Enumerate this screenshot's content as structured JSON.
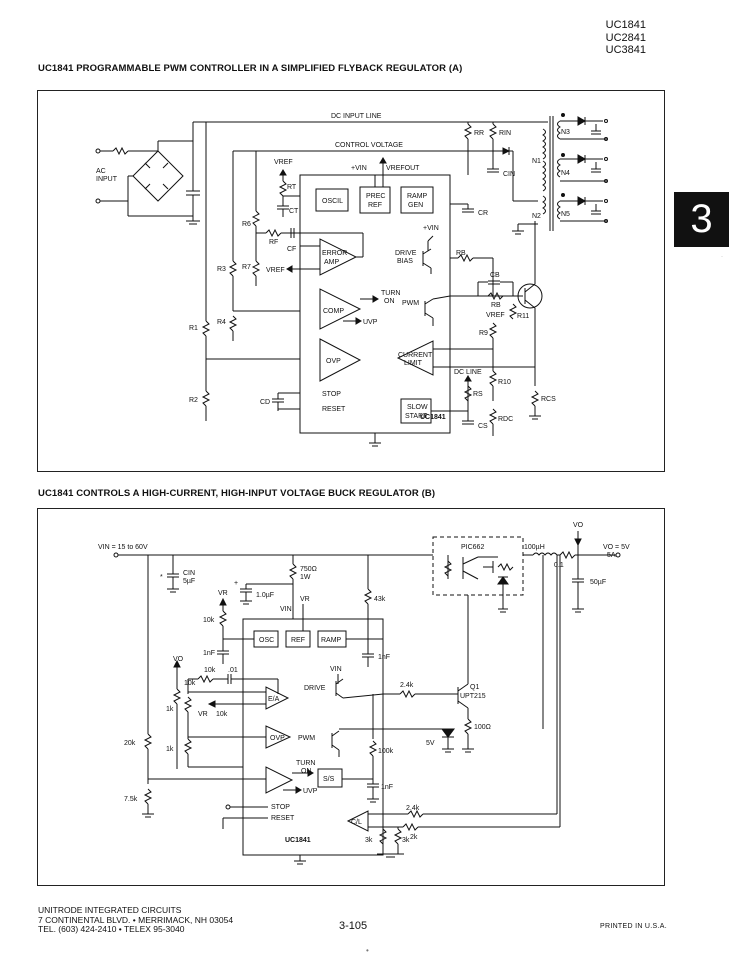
{
  "header": {
    "part_numbers": [
      "UC1841",
      "UC2841",
      "UC3841"
    ]
  },
  "figure_a": {
    "caption": "UC1841 PROGRAMMABLE PWM CONTROLLER IN A SIMPLIFIED FLYBACK REGULATOR (A)",
    "labels": {
      "dc_input_line": "DC INPUT LINE",
      "control_voltage": "CONTROL VOLTAGE",
      "ac_input_1": "AC",
      "ac_input_2": "INPUT",
      "vin": "+VIN",
      "vrefout": "VREFOUT",
      "vref_top": "VREF",
      "rt": "RT",
      "ct": "CT",
      "oscil": "OSCIL",
      "prec_ref_1": "PREC",
      "prec_ref_2": "REF",
      "ramp_gen_1": "RAMP",
      "ramp_gen_2": "GEN",
      "cr": "CR",
      "r6": "R6",
      "rf": "RF",
      "cf": "CF",
      "error_amp_1": "ERROR",
      "error_amp_2": "AMP",
      "r3": "R3",
      "r7": "R7",
      "vref_mid": "VREF",
      "r1": "R1",
      "r4": "R4",
      "turn_on_1": "TURN",
      "turn_on_2": "ON",
      "comp": "COMP",
      "uvp": "UVP",
      "ovp": "OVP",
      "current_limit_1": "CURRENT",
      "current_limit_2": "LIMIT",
      "r2": "R2",
      "cd": "CD",
      "stop": "STOP",
      "reset": "RESET",
      "chip": "UC1841",
      "slow_start_1": "SLOW",
      "slow_start_2": "START",
      "drive_1": "DRIVE",
      "drive_2": "BIAS",
      "vin_plus": "+VIN",
      "rb1": "RB",
      "cb": "CB",
      "rb2": "RB",
      "pwm": "PWM",
      "vref_r11": "VREF",
      "r11": "R11",
      "r9": "R9",
      "dc_line": "DC LINE",
      "r10": "R10",
      "rs": "RS",
      "rdc": "RDC",
      "cs": "CS",
      "rcs": "RCS",
      "rr": "RR",
      "rin": "RIN",
      "cin": "CIN",
      "n1": "N1",
      "n2": "N2",
      "n3": "N3",
      "n4": "N4",
      "n5": "N5"
    }
  },
  "figure_b": {
    "caption": "UC1841 CONTROLS A HIGH-CURRENT, HIGH-INPUT VOLTAGE BUCK REGULATOR (B)",
    "labels": {
      "vin": "VIN = 15 to 60V",
      "cin_1": "CIN",
      "cin_2": "5µF",
      "r750_1": "750Ω",
      "r750_2": "1W",
      "c1uf": "1.0µF",
      "vr_top": "VR",
      "vr2": "VR",
      "vin2": "VIN",
      "r43k": "43k",
      "pic662": "PIC662",
      "l100uh": "100µH",
      "r01": "0.1",
      "vo_top": "VO",
      "vo_out": "VO = 5V",
      "io_out": "5A",
      "c50uf": "50µF",
      "r10k_a": "10k",
      "osc": "OSC",
      "ref": "REF",
      "ramp": "RAMP",
      "c1nf_a": "1nF",
      "c1nf_b": "1nF",
      "c01": ".01",
      "r10k_b": "10k",
      "vo_mid": "VO",
      "r10k_c": "10k",
      "vin3": "VIN",
      "drive": "DRIVE",
      "r24k_a": "2.4k",
      "q1_1": "Q1",
      "q1_2": "UPT215",
      "ea": "E/A",
      "r1k_a": "1k",
      "vr_mid": "VR",
      "r10k_d": "10k",
      "r100": "100Ω",
      "r20k": "20k",
      "r1k_b": "1k",
      "ovp": "OVP",
      "pwm": "PWM",
      "z5v": "5V",
      "r100k": "100k",
      "turn": "TURN",
      "on": "ON",
      "uvp": "UVP",
      "ss": "S/S",
      "c1nf_c": "1nF",
      "r75k": "7.5k",
      "stop": "STOP",
      "reset": "RESET",
      "r24k_b": "2.4k",
      "cl": "C/L",
      "r2k": "2k",
      "r3k_a": "3k",
      "r3k_b": "3k",
      "chip": "UC1841",
      "star": "*",
      "plus": "+"
    }
  },
  "section_tab": "3",
  "footer": {
    "line1": "UNITRODE INTEGRATED CIRCUITS",
    "line2": "7 CONTINENTAL BLVD. • MERRIMACK, NH 03054",
    "line3": "TEL. (603) 424-2410 • TELEX 95-3040",
    "page": "3-105",
    "printed": "PRINTED IN U.S.A."
  }
}
